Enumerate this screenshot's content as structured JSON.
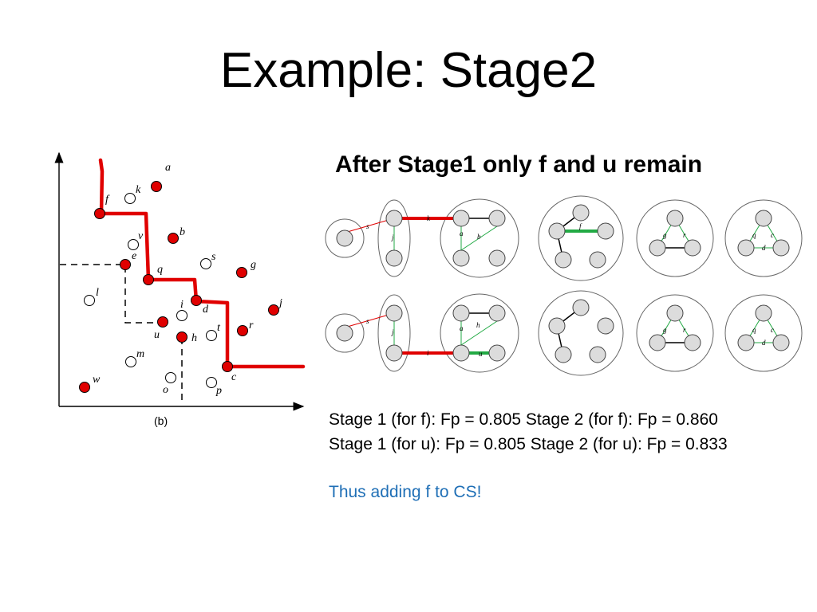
{
  "slide": {
    "title": "Example:  Stage2",
    "subtitle": "After Stage1 only f and u remain",
    "stats": [
      "Stage 1 (for f): Fp = 0.805  Stage 2 (for f): Fp = 0.860",
      "Stage 1 (for u): Fp = 0.805 Stage 2 (for u): Fp = 0.833"
    ],
    "conclusion": "Thus adding f to CS!"
  },
  "plot": {
    "caption": "(b)",
    "colors": {
      "selected": "#e00000",
      "unselected": "#ffffff",
      "path": "#e00000"
    },
    "points": [
      {
        "label": "a",
        "selected": true
      },
      {
        "label": "k",
        "selected": false
      },
      {
        "label": "f",
        "selected": true
      },
      {
        "label": "b",
        "selected": true
      },
      {
        "label": "v",
        "selected": false
      },
      {
        "label": "e",
        "selected": true
      },
      {
        "label": "s",
        "selected": false
      },
      {
        "label": "g",
        "selected": true
      },
      {
        "label": "q",
        "selected": true
      },
      {
        "label": "l",
        "selected": false
      },
      {
        "label": "i",
        "selected": false
      },
      {
        "label": "d",
        "selected": true
      },
      {
        "label": "j",
        "selected": true
      },
      {
        "label": "u",
        "selected": true
      },
      {
        "label": "h",
        "selected": true
      },
      {
        "label": "t",
        "selected": false
      },
      {
        "label": "r",
        "selected": true
      },
      {
        "label": "m",
        "selected": false
      },
      {
        "label": "w",
        "selected": true
      },
      {
        "label": "o",
        "selected": false
      },
      {
        "label": "p",
        "selected": false
      },
      {
        "label": "c",
        "selected": true
      }
    ]
  },
  "graphs": {
    "colors": {
      "node": "#dcdcdc",
      "group": "#ffffff",
      "red": "#e00000",
      "green": "#22aa44"
    },
    "row1_labels": [
      "s",
      "j",
      "k",
      "a",
      "b",
      "f",
      "g",
      "r",
      "q",
      "c",
      "d"
    ],
    "row2_labels": [
      "s",
      "j",
      "i",
      "a",
      "h",
      "u",
      "g",
      "r",
      "q",
      "c",
      "d"
    ]
  }
}
